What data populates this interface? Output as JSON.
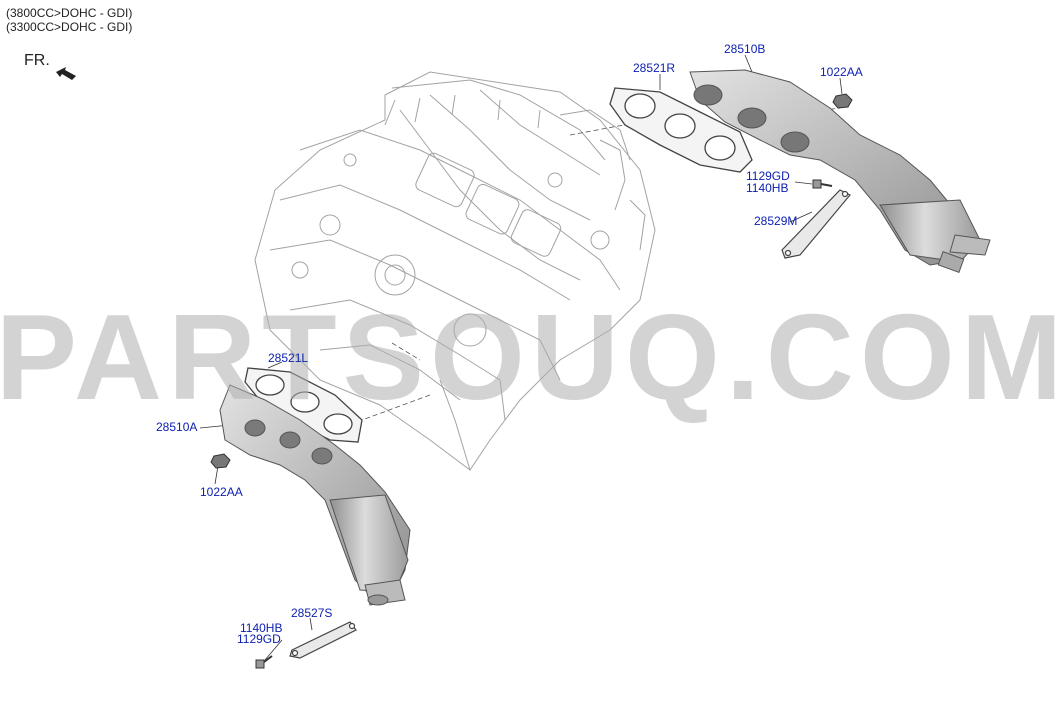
{
  "header": {
    "line1": "(3800CC>DOHC - GDI)",
    "line2": "(3300CC>DOHC - GDI)"
  },
  "direction": {
    "label": "FR.",
    "icon": "front-direction-arrow-icon"
  },
  "watermark": "PARTSOUQ.COM",
  "colors": {
    "label_link": "#0b1fb0",
    "line_art": "#9a9a9a",
    "part_fill": "#c9c9c9"
  },
  "labels": {
    "p28510B": "28510B",
    "p28521R": "28521R",
    "p1022AA_top": "1022AA",
    "p1129GD_top": "1129GD",
    "p1140HB_top": "1140HB",
    "p28529M": "28529M",
    "p28521L": "28521L",
    "p28510A": "28510A",
    "p1022AA_bottom": "1022AA",
    "p28527S": "28527S",
    "p1140HB_bottom": "1140HB",
    "p1129GD_bottom": "1129GD"
  }
}
